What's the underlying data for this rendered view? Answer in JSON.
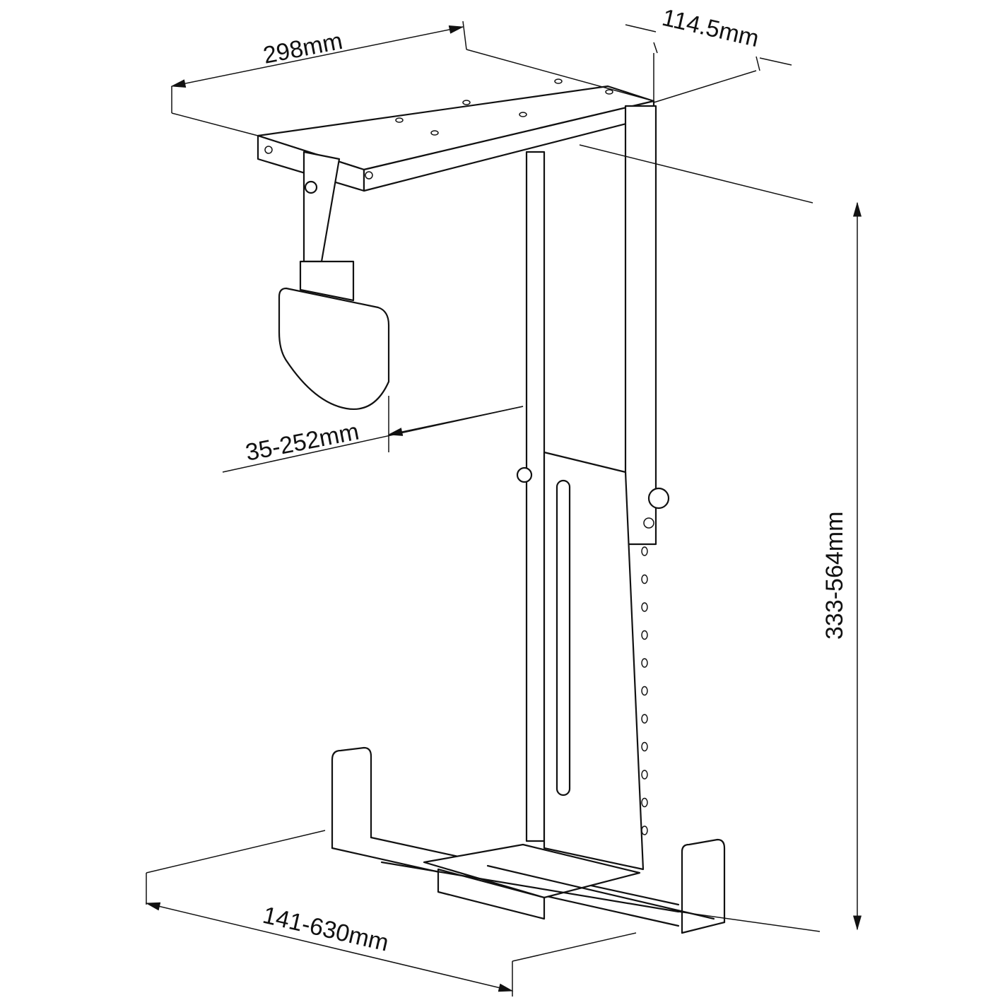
{
  "title": "Under-desk PC holder dimensions",
  "dimensions": {
    "width": "298mm",
    "depth": "114.5mm",
    "clamp_range": "35-252mm",
    "height_range": "333-564mm",
    "case_width_range": "141-630mm"
  },
  "colors": {
    "line": "#111111",
    "background": "#ffffff"
  }
}
